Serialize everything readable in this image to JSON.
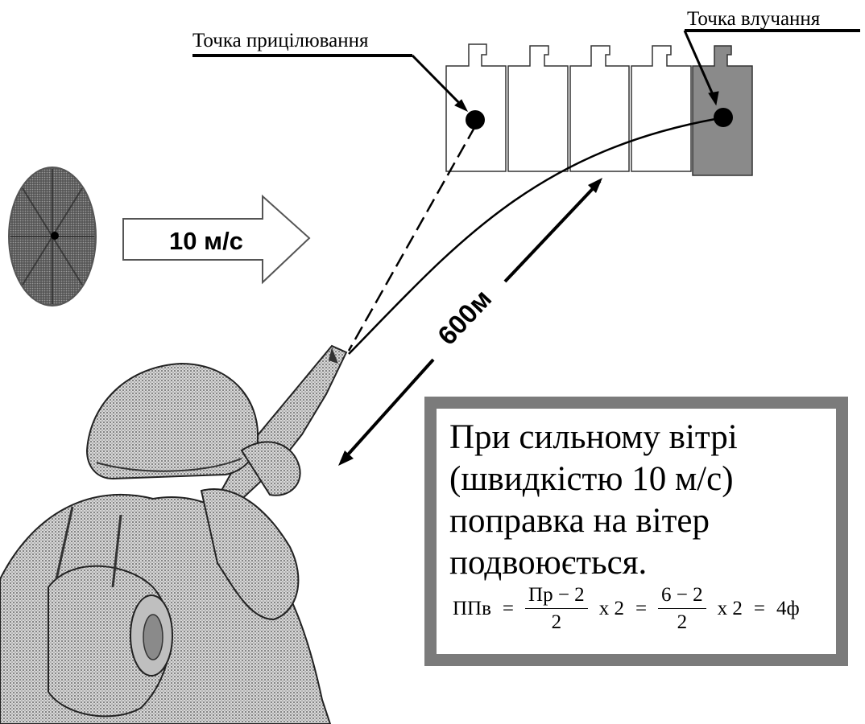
{
  "labels": {
    "aim_point": "Точка прицілювання",
    "impact_point": "Точка влучання",
    "wind_speed": "10 м/с",
    "distance": "600м"
  },
  "note": {
    "lines": [
      "При сильному вітрі",
      "(швидкістю 10 м/с)",
      "поправка на вітер",
      "подвоюється."
    ]
  },
  "formula": {
    "lhs": "ППв",
    "eq": "=",
    "frac1_num": "Пр  − 2",
    "frac1_den": "2",
    "mult1": "х 2",
    "frac2_num": "6 − 2",
    "frac2_den": "2",
    "mult2": "х 2",
    "result": "4ф"
  },
  "colors": {
    "ink": "#000000",
    "impact_target": "#8a8a8a",
    "box_border": "#7b7b7b",
    "soldier": "#8c8c8c"
  },
  "icons": [
    "wind-source-icon",
    "wind-arrow-icon",
    "target-silhouette-icon",
    "soldier-with-rifle-icon",
    "trajectory-icon",
    "distance-arrow-icon"
  ]
}
